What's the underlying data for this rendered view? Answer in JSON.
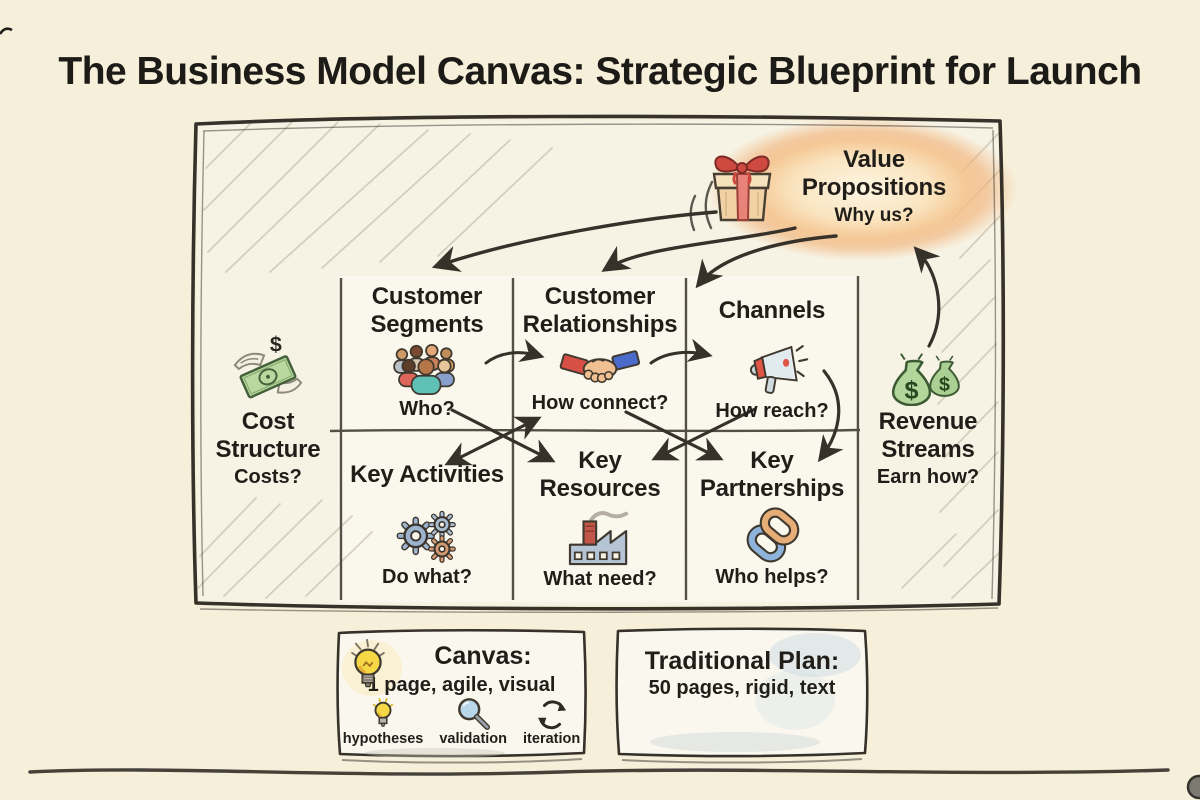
{
  "title": "The Business Model Canvas: Strategic Blueprint for Launch",
  "glyphs": {
    "dollar": "$"
  },
  "canvas": {
    "value_proposition": {
      "label": "Value Propositions",
      "question": "Why us?",
      "icon": "gift-icon"
    },
    "cells": [
      {
        "label": "Customer Segments",
        "question": "Who?",
        "icon": "people-group-icon"
      },
      {
        "label": "Customer Relationships",
        "question": "How connect?",
        "icon": "handshake-icon"
      },
      {
        "label": "Channels",
        "question": "How reach?",
        "icon": "megaphone-icon"
      },
      {
        "label": "Key Activities",
        "question": "Do what?",
        "icon": "gears-icon"
      },
      {
        "label": "Key Resources",
        "question": "What need?",
        "icon": "factory-icon"
      },
      {
        "label": "Key Partnerships",
        "question": "Who helps?",
        "icon": "chain-links-icon"
      }
    ],
    "cost_structure": {
      "label": "Cost Structure",
      "question": "Costs?",
      "icon": "flying-money-icon"
    },
    "revenue_streams": {
      "label": "Revenue Streams",
      "question": "Earn how?",
      "icon": "money-bags-icon"
    }
  },
  "comparison": {
    "canvas_box": {
      "title": "Canvas:",
      "subtitle": "1 page, agile, visual",
      "icon": "lightbulb-icon",
      "items": [
        {
          "label": "hypotheses",
          "icon": "small-lightbulb-icon"
        },
        {
          "label": "validation",
          "icon": "magnifier-icon"
        },
        {
          "label": "iteration",
          "icon": "cycle-arrows-icon"
        }
      ]
    },
    "traditional_box": {
      "title": "Traditional Plan:",
      "subtitle": "50 pages, rigid, text"
    }
  },
  "colors": {
    "background": "#f6efda",
    "ink": "#36322a",
    "glow_orange": "#f0ab6e",
    "accent_red": "#ce4a41",
    "money_green": "#a9cf92",
    "link_blue": "#8fb3da",
    "link_orange": "#e6ad77",
    "bulb_yellow": "#f6d847"
  }
}
